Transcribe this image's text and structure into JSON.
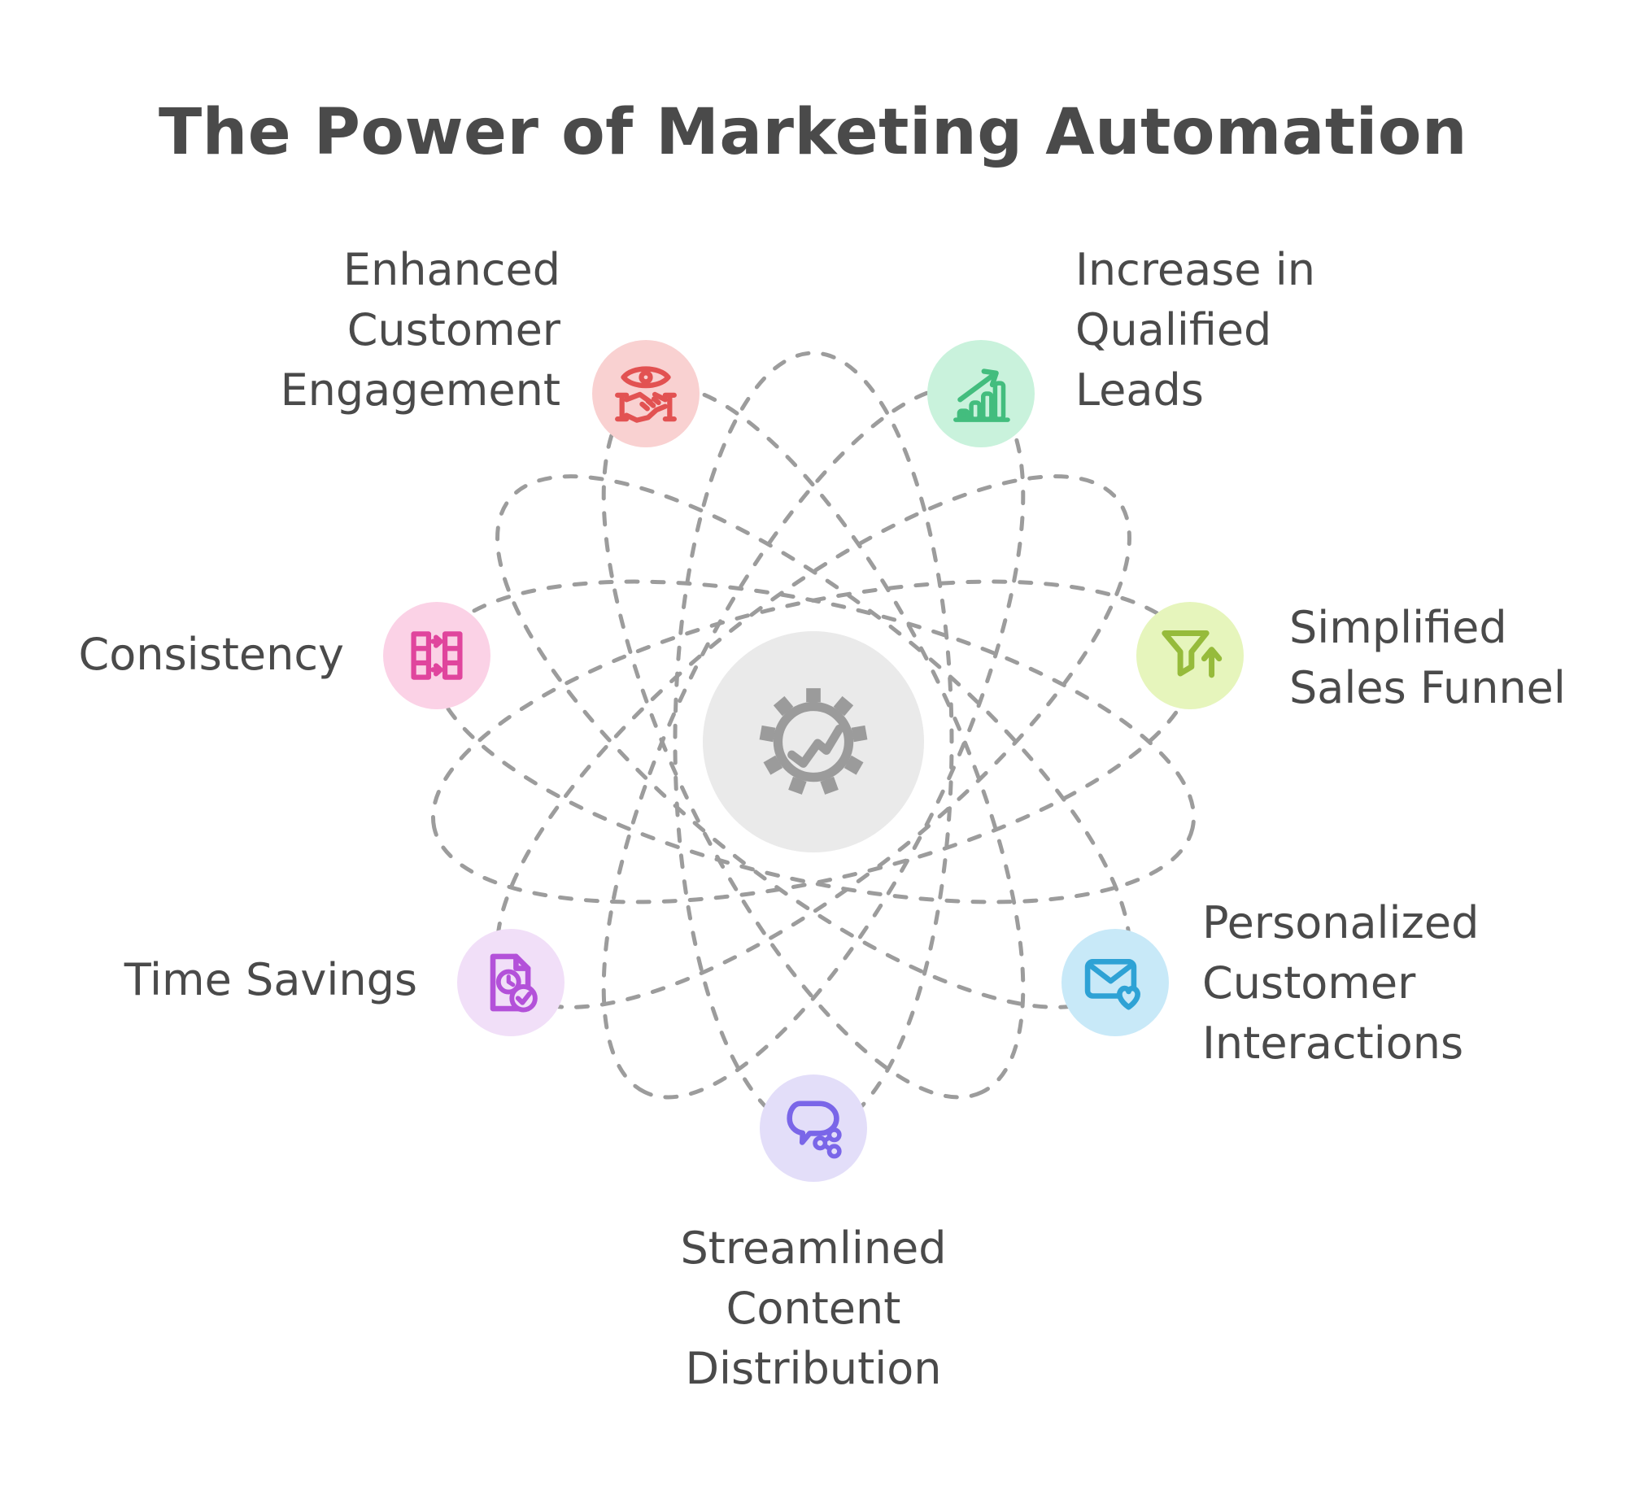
{
  "title": "The Power of Marketing Automation",
  "center": {
    "icon": "gear-trendline-icon"
  },
  "nodes": [
    {
      "key": "enhanced-customer-engagement",
      "label": "Enhanced\nCustomer\nEngagement",
      "icon": "eye-handshake-icon",
      "bg": "#F9D1D1",
      "fg": "#E25252"
    },
    {
      "key": "increase-in-qualified-leads",
      "label": "Increase in\nQualified\nLeads",
      "icon": "growth-chart-arrow-icon",
      "bg": "#C9F2DC",
      "fg": "#43BD7E"
    },
    {
      "key": "simplified-sales-funnel",
      "label": "Simplified\nSales Funnel",
      "icon": "funnel-up-arrow-icon",
      "bg": "#E6F5BC",
      "fg": "#96BB3B"
    },
    {
      "key": "personalized-customer-interactions",
      "label": "Personalized\nCustomer\nInteractions",
      "icon": "envelope-heart-icon",
      "bg": "#C8E9F8",
      "fg": "#2EA2D5"
    },
    {
      "key": "streamlined-content-distribution",
      "label": "Streamlined\nContent\nDistribution",
      "icon": "speech-bubble-share-icon",
      "bg": "#E3DEF9",
      "fg": "#7A66E8"
    },
    {
      "key": "time-savings",
      "label": "Time Savings",
      "icon": "document-clock-check-icon",
      "bg": "#F1DFF8",
      "fg": "#B351D9"
    },
    {
      "key": "consistency",
      "label": "Consistency",
      "icon": "sync-columns-icon",
      "bg": "#FBD2E6",
      "fg": "#E0459D"
    }
  ],
  "colors": {
    "background": "#FFFFFF",
    "orbit": "#9C9C9C",
    "text": "#4A4A4A",
    "center_bg": "#EAEAEA",
    "center_icon": "#9B9B9B"
  }
}
